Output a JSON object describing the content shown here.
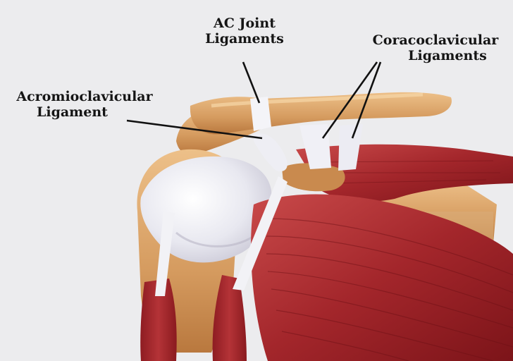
{
  "diagram": {
    "labels": {
      "ac_joint": {
        "line1": "AC Joint",
        "line2": "Ligaments"
      },
      "coracoclavicular": {
        "line1": "Coracoclavicular",
        "line2": "Ligaments"
      },
      "acromioclavicular": {
        "line1": "Acromioclavicular",
        "line2": "Ligament"
      }
    },
    "colors": {
      "background": "#ececee",
      "bone": "#d9a46a",
      "ligament": "#f1f1f5",
      "muscle": "#a8282c",
      "leader_line": "#111111"
    }
  }
}
